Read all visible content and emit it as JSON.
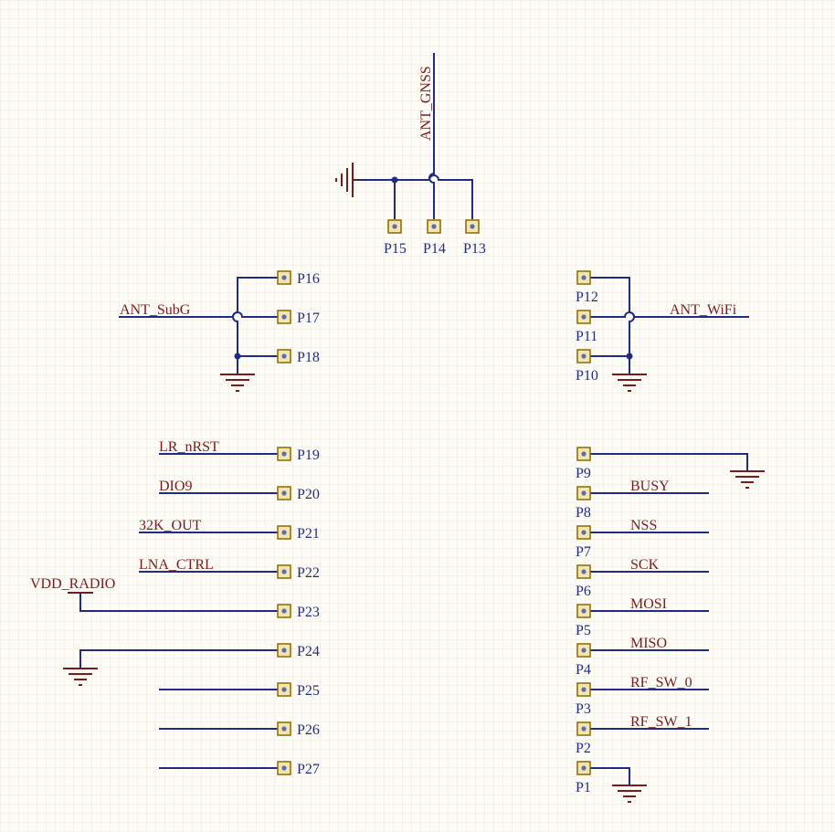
{
  "colors": {
    "background": "#fdfcf7",
    "grid": "#ebe9df",
    "wire": "#1f2c86",
    "net_label": "#7a1b1b",
    "power_symbol": "#7a1b1b",
    "pin_pad_fill": "#f4e5b0",
    "pin_pad_border": "#8a6a00"
  },
  "pins": [
    {
      "id": "p1",
      "label": "P1"
    },
    {
      "id": "p2",
      "label": "P2"
    },
    {
      "id": "p3",
      "label": "P3"
    },
    {
      "id": "p4",
      "label": "P4"
    },
    {
      "id": "p5",
      "label": "P5"
    },
    {
      "id": "p6",
      "label": "P6"
    },
    {
      "id": "p7",
      "label": "P7"
    },
    {
      "id": "p8",
      "label": "P8"
    },
    {
      "id": "p9",
      "label": "P9"
    },
    {
      "id": "p10",
      "label": "P10"
    },
    {
      "id": "p11",
      "label": "P11"
    },
    {
      "id": "p12",
      "label": "P12"
    },
    {
      "id": "p13",
      "label": "P13"
    },
    {
      "id": "p14",
      "label": "P14"
    },
    {
      "id": "p15",
      "label": "P15"
    },
    {
      "id": "p16",
      "label": "P16"
    },
    {
      "id": "p17",
      "label": "P17"
    },
    {
      "id": "p18",
      "label": "P18"
    },
    {
      "id": "p19",
      "label": "P19"
    },
    {
      "id": "p20",
      "label": "P20"
    },
    {
      "id": "p21",
      "label": "P21"
    },
    {
      "id": "p22",
      "label": "P22"
    },
    {
      "id": "p23",
      "label": "P23"
    },
    {
      "id": "p24",
      "label": "P24"
    },
    {
      "id": "p25",
      "label": "P25"
    },
    {
      "id": "p26",
      "label": "P26"
    },
    {
      "id": "p27",
      "label": "P27"
    }
  ],
  "nets": {
    "ant_gnss": "ANT_GNSS",
    "ant_subg": "ANT_SubG",
    "ant_wifi": "ANT_WiFi",
    "lr_nrst": "LR_nRST",
    "dio9": "DIO9",
    "k32_out": "32K_OUT",
    "lna_ctrl": "LNA_CTRL",
    "vdd_radio": "VDD_RADIO",
    "busy": "BUSY",
    "nss": "NSS",
    "sck": "SCK",
    "mosi": "MOSI",
    "miso": "MISO",
    "rf_sw_0": "RF_SW_0",
    "rf_sw_1": "RF_SW_1"
  }
}
